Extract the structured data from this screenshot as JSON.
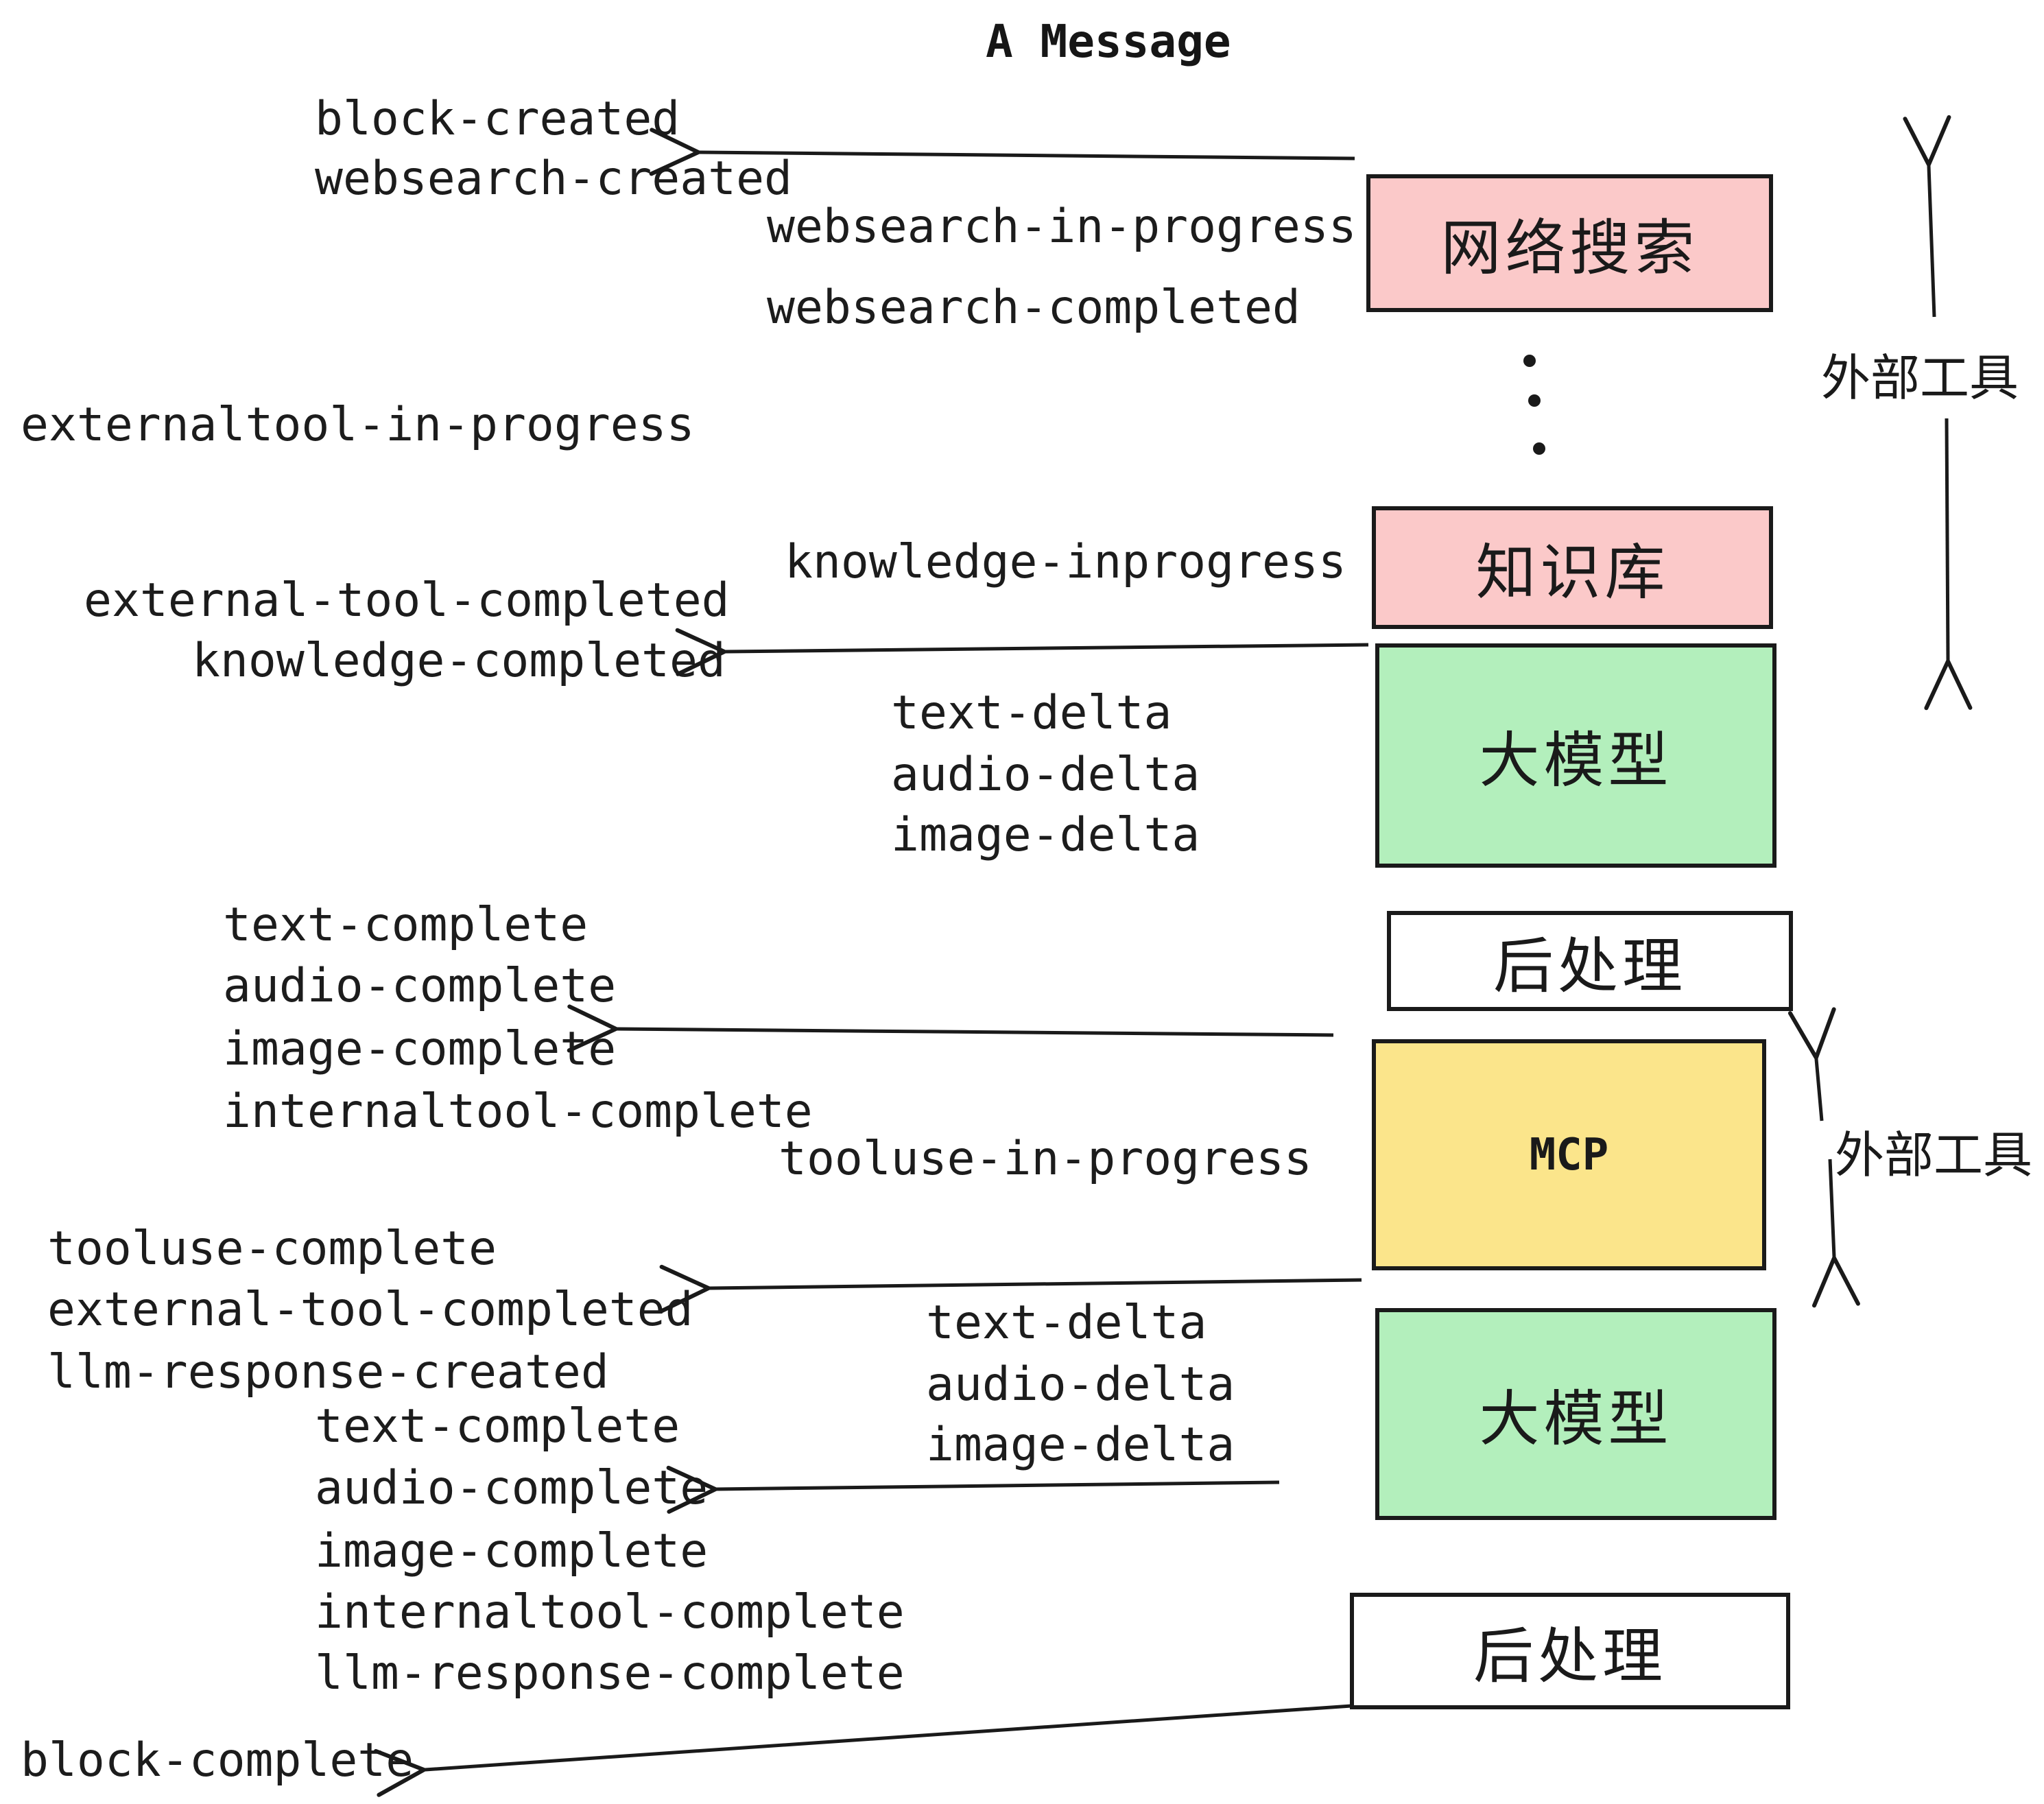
{
  "title": "A Message",
  "events": {
    "block_created": "block-created",
    "websearch_created": "websearch-created",
    "websearch_in_progress": "websearch-in-progress",
    "websearch_completed": "websearch-completed",
    "externaltool_in_progress": "externaltool-in-progress",
    "knowledge_inprogress": "knowledge-inprogress",
    "external_tool_completed": "external-tool-completed",
    "knowledge_completed": "knowledge-completed",
    "text_delta": "text-delta",
    "audio_delta": "audio-delta",
    "image_delta": "image-delta",
    "text_complete": "text-complete",
    "audio_complete": "audio-complete",
    "image_complete": "image-complete",
    "internaltool_complete": "internaltool-complete",
    "tooluse_in_progress": "tooluse-in-progress",
    "tooluse_complete": "tooluse-complete",
    "llm_response_created": "llm-response-created",
    "llm_response_complete": "llm-response-complete",
    "block_complete": "block-complete"
  },
  "boxes": {
    "websearch": {
      "label": "网络搜索",
      "fill": "#fbc9c9"
    },
    "knowledge": {
      "label": "知识库",
      "fill": "#fbc9c9"
    },
    "llm": {
      "label": "大模型",
      "fill": "#b3efbc"
    },
    "postprocess": {
      "label": "后处理",
      "fill": "#ffffff"
    },
    "mcp": {
      "label": "MCP",
      "fill": "#fbe58b"
    }
  },
  "annotations": {
    "external_tools": "外部工具"
  },
  "colors": {
    "pink": "#fbc9c9",
    "green": "#b3efbc",
    "yellow": "#fbe58b",
    "stroke": "#1a1a1a",
    "background": "#ffffff"
  }
}
